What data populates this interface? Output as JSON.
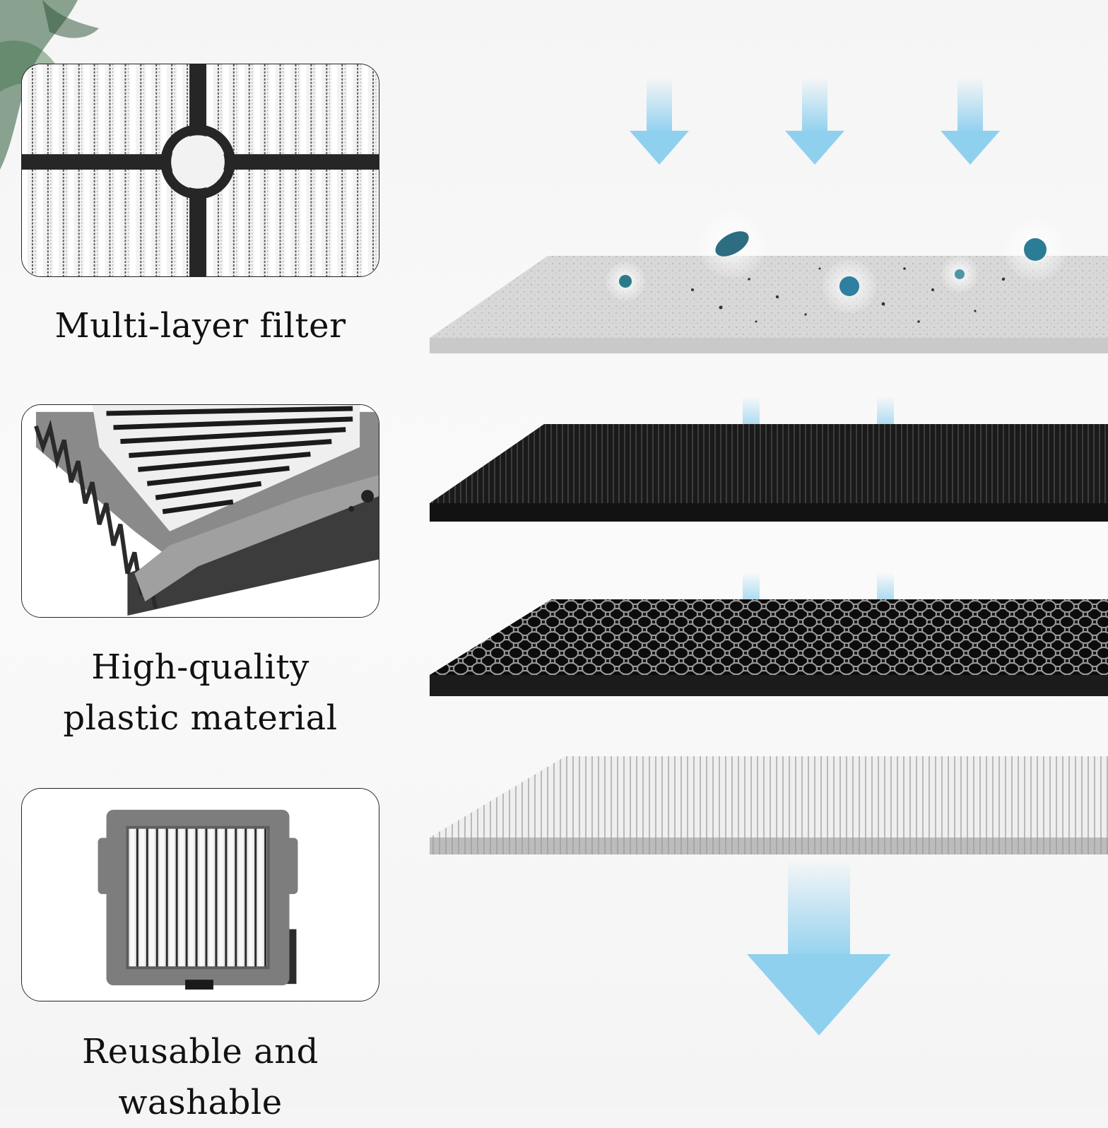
{
  "features": [
    {
      "id": "multi-layer",
      "caption_lines": [
        "Multi-layer filter"
      ],
      "icon": "pleated-filter-grid-image"
    },
    {
      "id": "plastic",
      "caption_lines": [
        "High-quality",
        "plastic material"
      ],
      "icon": "filter-frame-closeup-image"
    },
    {
      "id": "washable",
      "caption_lines": [
        "Reusable and washable"
      ],
      "icon": "square-hepa-filter-image"
    }
  ],
  "colors": {
    "arrow": "#8fd0ef",
    "frame": "#808080",
    "carbon": "#1c1c1c",
    "foam": "#d7d7d7",
    "hepa": "#e8e8e8"
  },
  "diagram": {
    "layers": [
      "foam-prefilter",
      "carbon-fiber-layer",
      "honeycomb-carbon-layer",
      "hepa-pleated-layer"
    ]
  }
}
